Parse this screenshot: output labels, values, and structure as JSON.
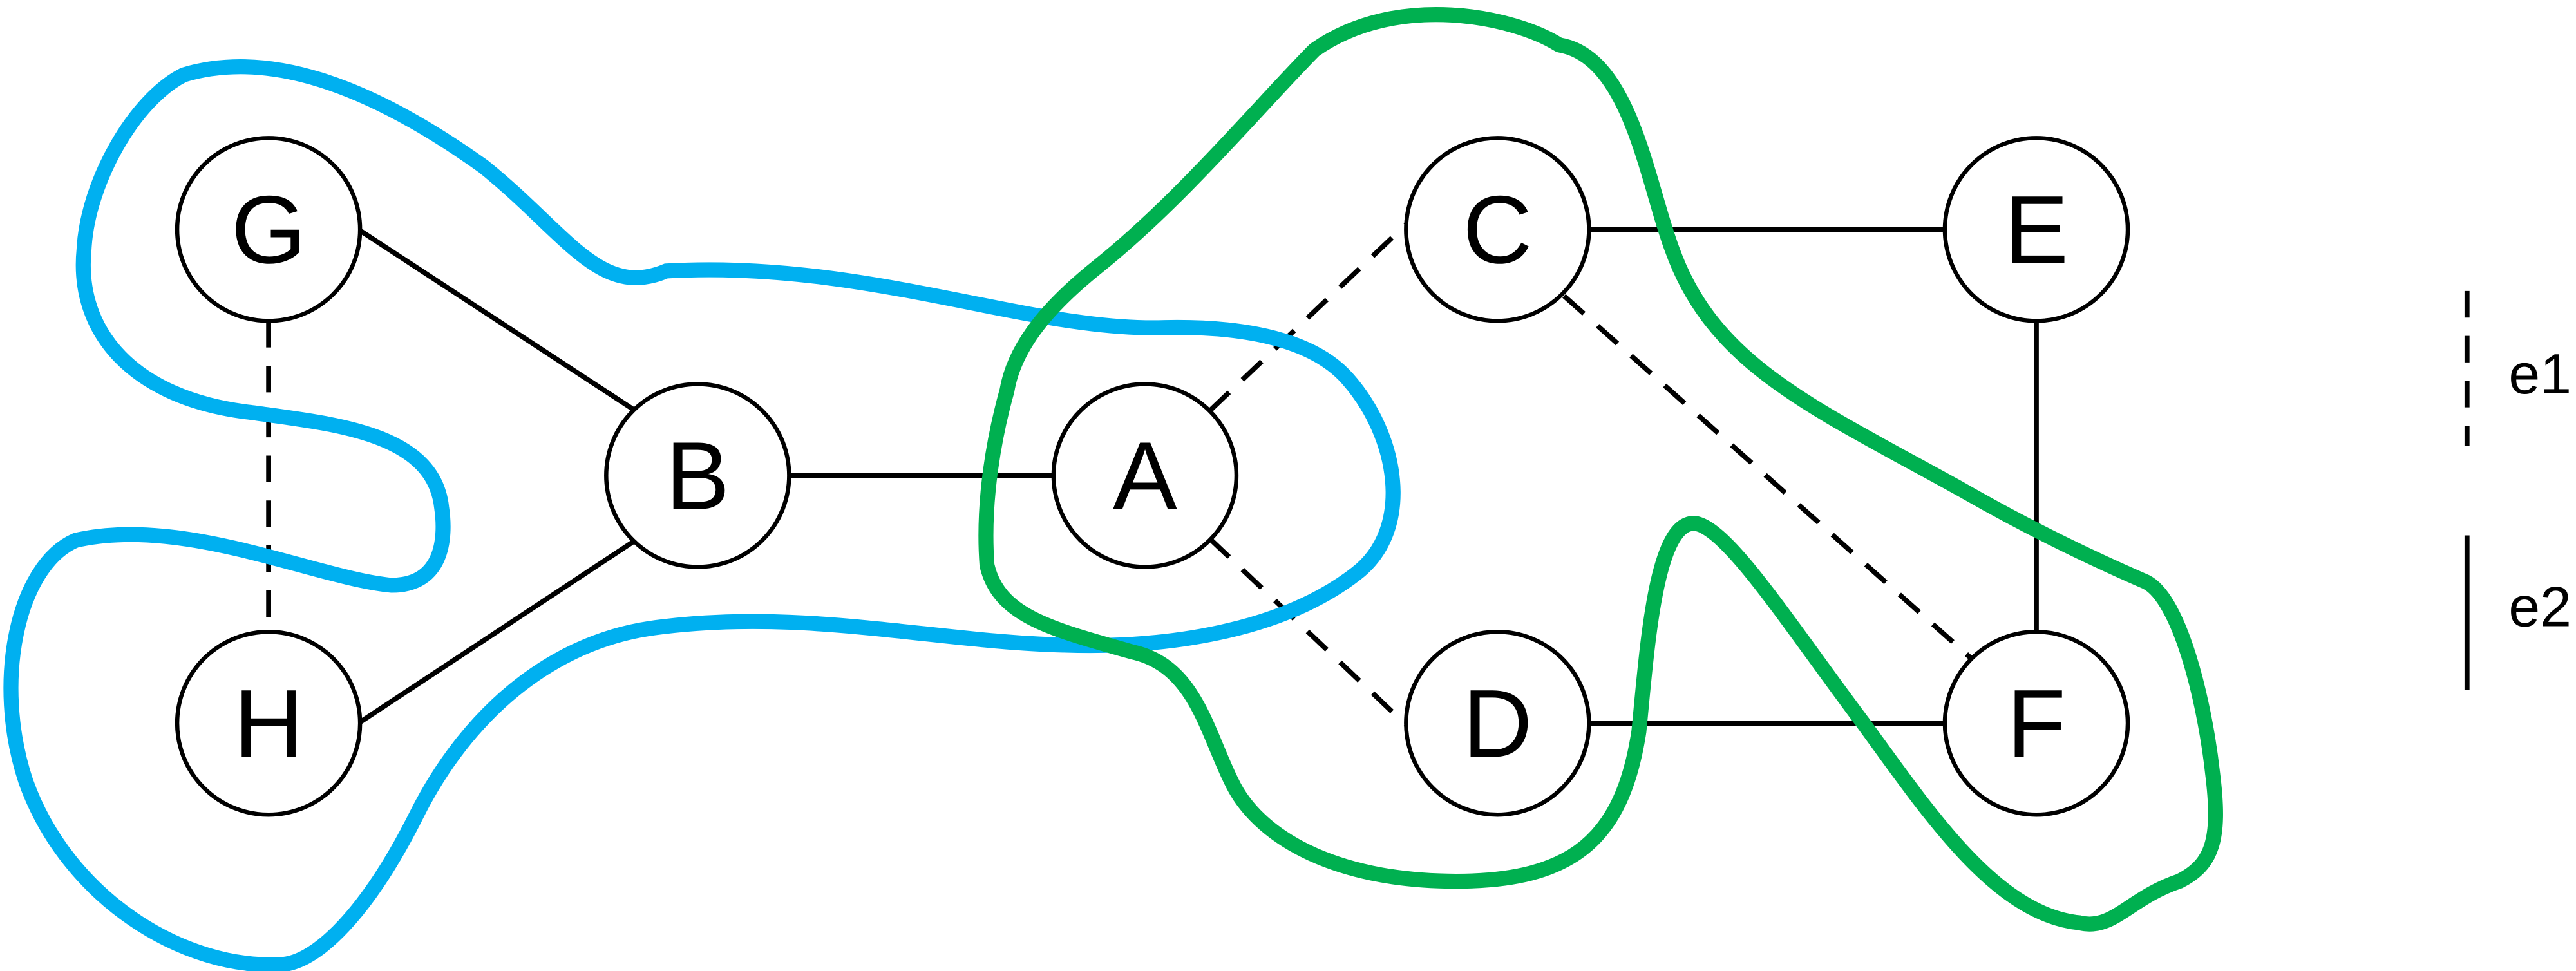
{
  "colors": {
    "group1": "#00b0f0",
    "group2": "#00b050",
    "ink": "#000000"
  },
  "nodes": {
    "G": "G",
    "B": "B",
    "H": "H",
    "A": "A",
    "C": "C",
    "D": "D",
    "E": "E",
    "F": "F"
  },
  "edges": [
    {
      "from": "G",
      "to": "B",
      "type": "e2"
    },
    {
      "from": "H",
      "to": "B",
      "type": "e2"
    },
    {
      "from": "B",
      "to": "A",
      "type": "e2"
    },
    {
      "from": "C",
      "to": "E",
      "type": "e2"
    },
    {
      "from": "E",
      "to": "F",
      "type": "e2"
    },
    {
      "from": "D",
      "to": "F",
      "type": "e2"
    },
    {
      "from": "G",
      "to": "H",
      "type": "e1"
    },
    {
      "from": "A",
      "to": "C",
      "type": "e1"
    },
    {
      "from": "A",
      "to": "D",
      "type": "e1"
    },
    {
      "from": "C",
      "to": "F",
      "type": "e1"
    }
  ],
  "legend": {
    "e1": "e1",
    "e2": "e2"
  }
}
